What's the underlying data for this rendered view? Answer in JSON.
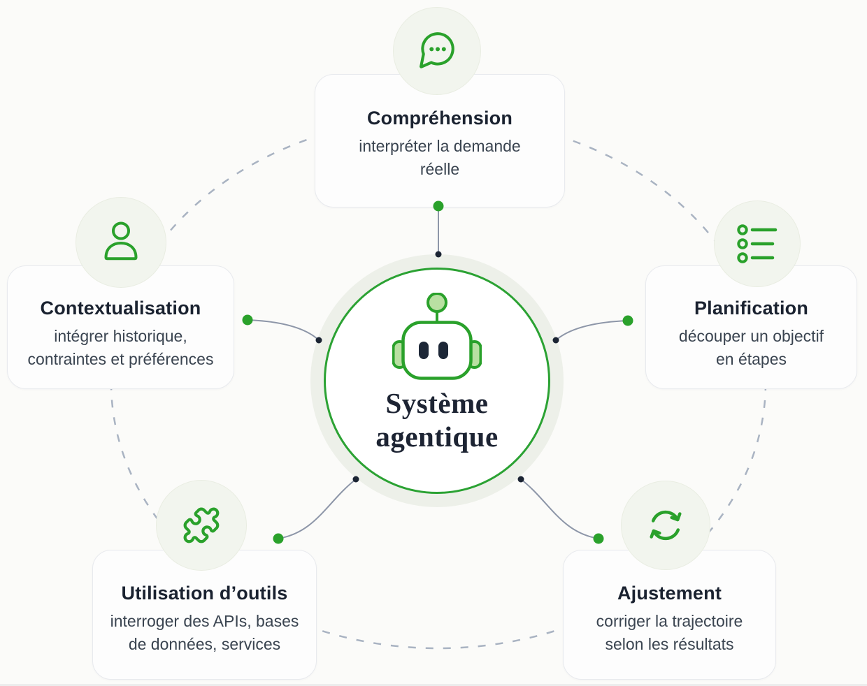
{
  "center": {
    "title_lines": [
      "Système",
      "agentique"
    ],
    "icon": "robot-icon"
  },
  "nodes": [
    {
      "id": "comprehension",
      "position": "top",
      "icon": "chat-bubble-icon",
      "title": "Compréhension",
      "description_lines": [
        "interpréter la demande",
        "réelle"
      ]
    },
    {
      "id": "contextualisation",
      "position": "left",
      "icon": "person-icon",
      "title": "Contextualisation",
      "description_lines": [
        "intégrer historique,",
        "contraintes et préférences"
      ]
    },
    {
      "id": "planification",
      "position": "right",
      "icon": "checklist-icon",
      "title": "Planification",
      "description_lines": [
        "découper un objectif",
        "en étapes"
      ]
    },
    {
      "id": "utilisation-outils",
      "position": "bottom-left",
      "icon": "puzzle-icon",
      "title": "Utilisation d’outils",
      "description_lines": [
        "interroger des APIs, bases",
        "de données, services"
      ]
    },
    {
      "id": "ajustement",
      "position": "bottom-right",
      "icon": "refresh-icon",
      "title": "Ajustement",
      "description_lines": [
        "corriger la trajectoire",
        "selon les résultats"
      ]
    }
  ],
  "colors": {
    "green": "#2aa12b",
    "green_light_fill": "#b9e0a2",
    "dark_navy": "#1a2230",
    "subtitle_gray": "#3a4450",
    "dashed_orbit": "#a9b3c2",
    "connector_gray": "#8d96a8",
    "halo": "#edf0e9",
    "card_border": "#e8eaee",
    "icon_circle_bg": "#f2f5ee",
    "background": "#fbfbf9"
  }
}
